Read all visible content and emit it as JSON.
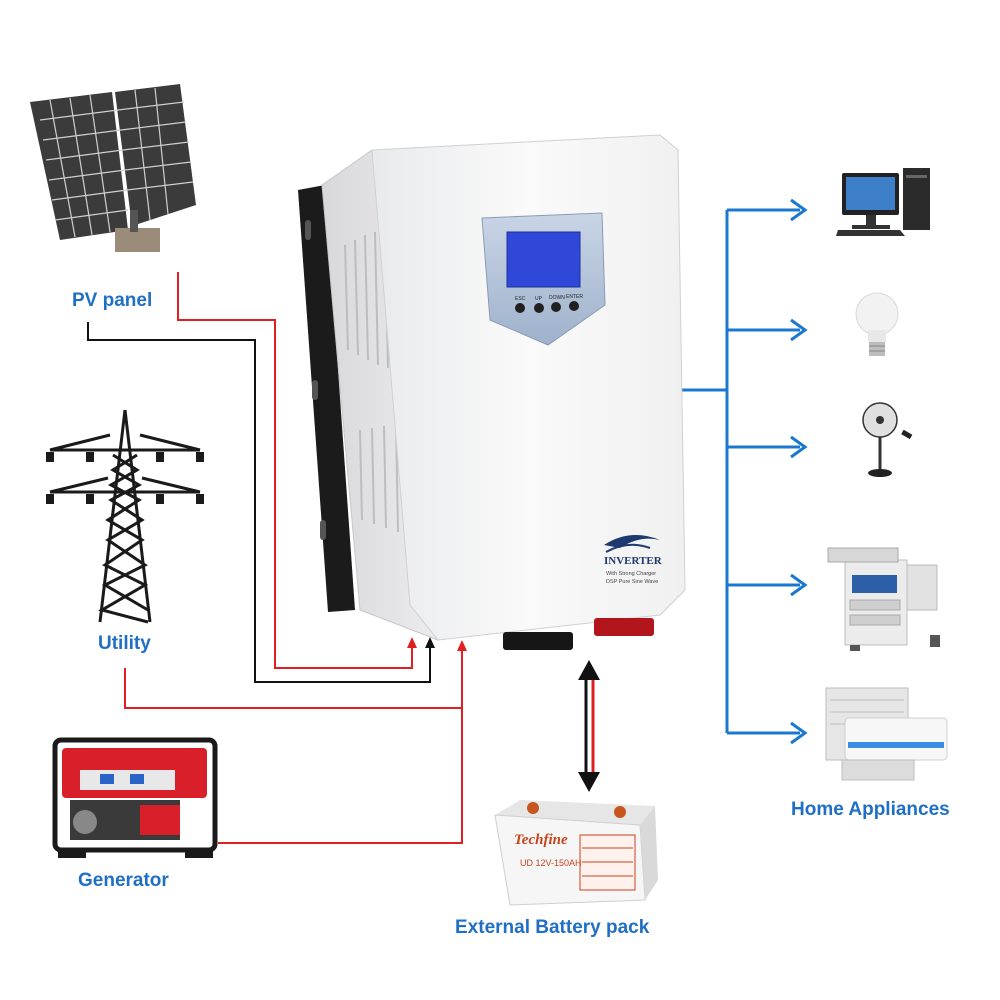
{
  "labels": {
    "pv_panel": "PV panel",
    "utility": "Utility",
    "generator": "Generator",
    "battery": "External Battery pack",
    "appliances": "Home Appliances"
  },
  "inverter": {
    "buttons": [
      "ESC",
      "UP",
      "DOWN",
      "ENTER"
    ],
    "brand": "INVERTER",
    "line1": "With Strong Charger",
    "line2": "DSP Pure Sine Wave"
  },
  "battery": {
    "brand": "Techfine",
    "model": "UD 12V-150AH"
  },
  "colors": {
    "label_blue": "#1f6fc5",
    "appliance_line": "#1a78cf",
    "red_wire": "#e02020",
    "black_wire": "#111111",
    "lcd_blue": "#2f48d8"
  },
  "icons": [
    "solar-panel-icon",
    "power-tower-icon",
    "generator-icon",
    "battery-icon",
    "computer-icon",
    "light-bulb-icon",
    "fan-icon",
    "copier-icon",
    "air-conditioner-icon"
  ]
}
